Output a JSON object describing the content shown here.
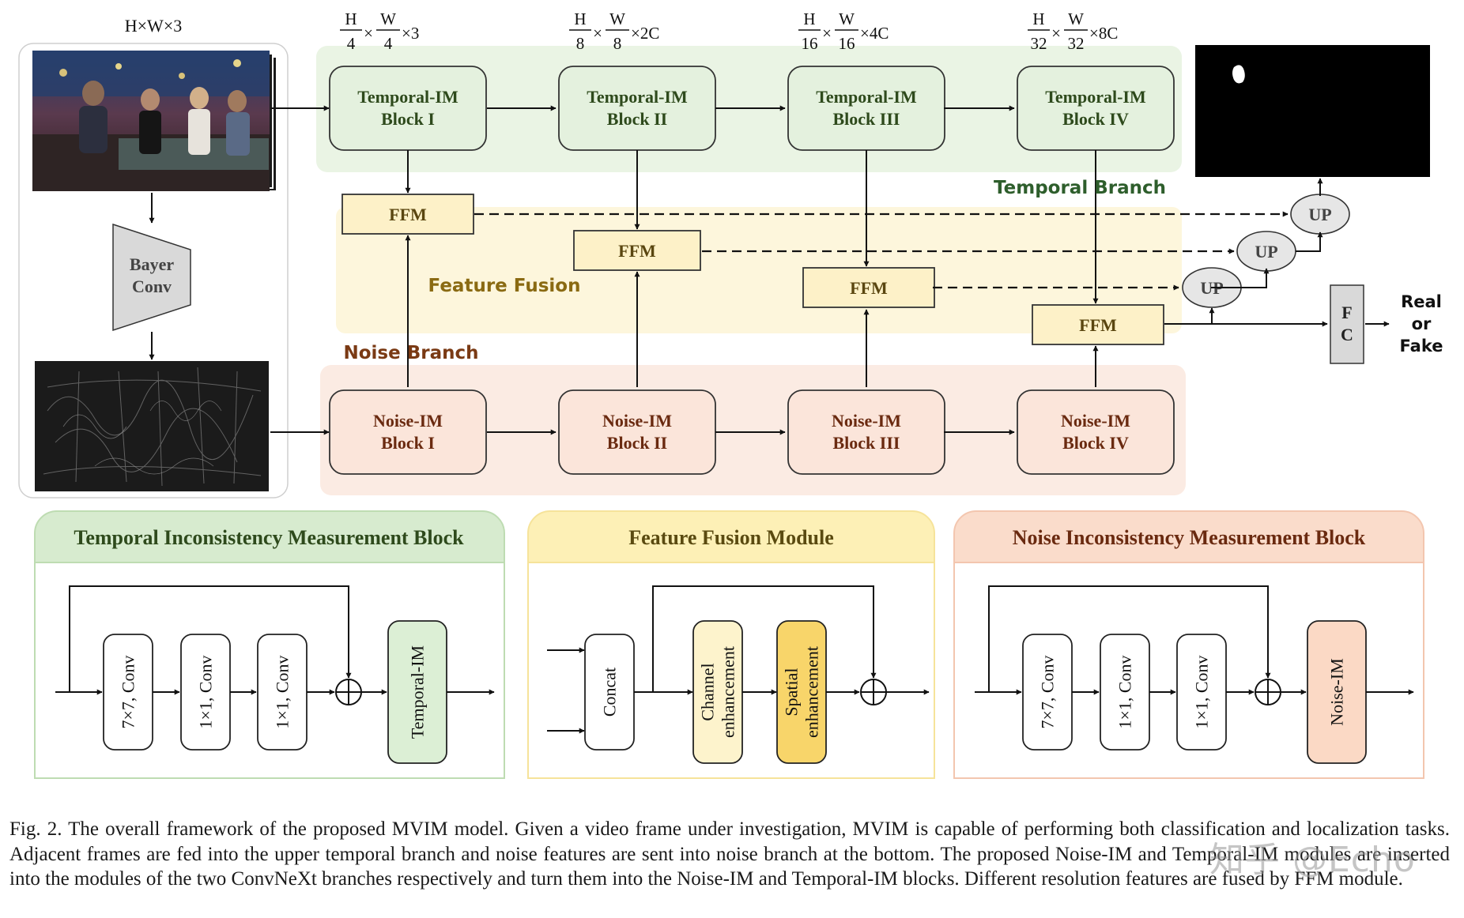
{
  "colors": {
    "temporal_fill": "#e4f1de",
    "temporal_stroke": "#3a3a3a",
    "temporal_band": "#eaf4e4",
    "fusion_band": "#fdf6dc",
    "ffm_fill": "#fdf1c8",
    "noise_fill": "#fbe5da",
    "noise_band": "#fbebe3",
    "heading_brown": "#7a4a14",
    "heading_green": "#2e5e2c",
    "panel_green": "#d7ebcf",
    "panel_yellow": "#fdf0b6",
    "panel_peach": "#fadccb"
  },
  "input": {
    "shape_label": "H×W×3"
  },
  "bayer_conv": {
    "line1": "Bayer",
    "line2": "Conv"
  },
  "scales": [
    {
      "num_h": "H",
      "den_h": "4",
      "num_w": "W",
      "den_w": "4",
      "ch": "×3"
    },
    {
      "num_h": "H",
      "den_h": "8",
      "num_w": "W",
      "den_w": "8",
      "ch": "×2C"
    },
    {
      "num_h": "H",
      "den_h": "16",
      "num_w": "W",
      "den_w": "16",
      "ch": "×4C"
    },
    {
      "num_h": "H",
      "den_h": "32",
      "num_w": "W",
      "den_w": "32",
      "ch": "×8C"
    }
  ],
  "temporal_blocks": [
    {
      "name": "Temporal-IM",
      "stage": "Block I"
    },
    {
      "name": "Temporal-IM",
      "stage": "Block II"
    },
    {
      "name": "Temporal-IM",
      "stage": "Block III"
    },
    {
      "name": "Temporal-IM",
      "stage": "Block IV"
    }
  ],
  "noise_blocks": [
    {
      "name": "Noise-IM",
      "stage": "Block I"
    },
    {
      "name": "Noise-IM",
      "stage": "Block II"
    },
    {
      "name": "Noise-IM",
      "stage": "Block III"
    },
    {
      "name": "Noise-IM",
      "stage": "Block IV"
    }
  ],
  "ffm_label": "FFM",
  "up_label": "UP",
  "fc": {
    "line1": "F",
    "line2": "C"
  },
  "output": {
    "line1": "Real",
    "line2": "or",
    "line3": "Fake"
  },
  "branch_labels": {
    "temporal": "Temporal Branch",
    "fusion": "Feature Fusion",
    "noise": "Noise Branch"
  },
  "panels": {
    "temporal": {
      "title": "Temporal Inconsistency Measurement Block",
      "convs": [
        "7×7, Conv",
        "1×1, Conv",
        "1×1, Conv"
      ],
      "module": "Temporal-IM"
    },
    "fusion": {
      "title": "Feature Fusion Module",
      "concat": "Concat",
      "channel": [
        "Channel",
        "enhancement"
      ],
      "spatial": [
        "Spatial",
        "enhancement"
      ]
    },
    "noise": {
      "title": "Noise Inconsistency Measurement Block",
      "convs": [
        "7×7, Conv",
        "1×1, Conv",
        "1×1, Conv"
      ],
      "module": "Noise-IM"
    }
  },
  "caption": "Fig. 2.  The overall framework of the proposed MVIM model. Given a video frame under investigation, MVIM is capable of performing both classification and localization tasks. Adjacent frames are fed into the upper temporal branch and noise features are sent into noise branch at the bottom. The proposed Noise-IM and Temporal-IM modules are inserted into the modules of the two ConvNeXt branches respectively and turn them into the Noise-IM and Temporal-IM blocks. Different resolution features are fused by FFM module.",
  "watermark": "知乎 @Echo"
}
